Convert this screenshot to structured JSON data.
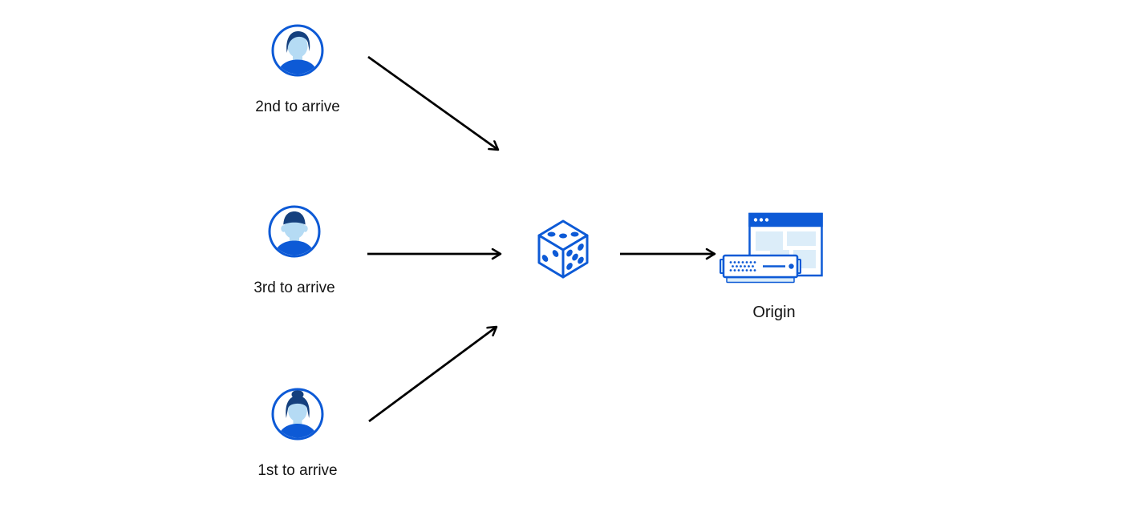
{
  "diagram": {
    "nodes": {
      "second": {
        "label": "2nd to arrive",
        "icon": "user-male-swoop-avatar-icon"
      },
      "third": {
        "label": "3rd to arrive",
        "icon": "user-male-flattop-avatar-icon"
      },
      "first": {
        "label": "1st to arrive",
        "icon": "user-female-bun-avatar-icon"
      },
      "random": {
        "icon": "dice-icon"
      },
      "origin": {
        "label": "Origin",
        "icon": "origin-server-browser-icon"
      }
    },
    "edges": [
      {
        "from": "second",
        "to": "random"
      },
      {
        "from": "third",
        "to": "random"
      },
      {
        "from": "first",
        "to": "random"
      },
      {
        "from": "random",
        "to": "origin"
      }
    ]
  },
  "colors": {
    "primary": "#0d5ad6",
    "navy": "#15407e",
    "skin": "#b5dbf4",
    "pale": "#dcedf9",
    "cap": "#c9e4f7",
    "arrow": "#000000",
    "text": "#141414",
    "bg": "#ffffff"
  }
}
